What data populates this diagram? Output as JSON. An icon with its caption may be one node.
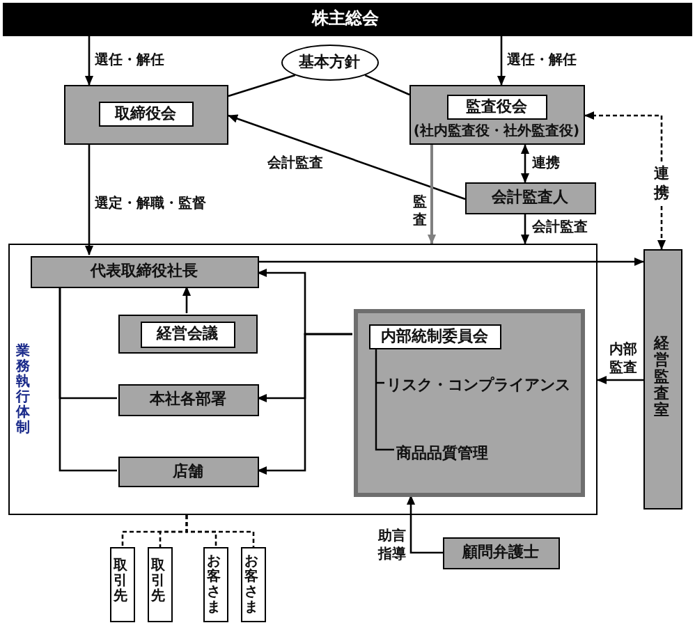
{
  "diagram": {
    "nodes": [
      {
        "text": [
          "株主総会"
        ]
      },
      {
        "text": [
          "基本方針"
        ]
      },
      {
        "text": [
          "取締役会"
        ]
      },
      {
        "text": [
          "監査役会",
          "(社内監査役・社外監査役)"
        ]
      },
      {
        "text": [
          "会計監査人"
        ]
      },
      {
        "text": [
          "業務執行体制"
        ]
      },
      {
        "text": [
          "代表取締役社長"
        ],
        "in": 5
      },
      {
        "text": [
          "経営会議"
        ],
        "in": 5
      },
      {
        "text": [
          "本社各部署"
        ],
        "in": 5
      },
      {
        "text": [
          "店舗"
        ],
        "in": 5
      },
      {
        "text": [
          "内部統制委員会",
          "リスク・コンプライアンス",
          "商品品質管理"
        ],
        "in": 5
      },
      {
        "text": [
          "経営監査室"
        ]
      },
      {
        "text": [
          "取引先"
        ]
      },
      {
        "text": [
          "取引先"
        ]
      },
      {
        "text": [
          "お客さま"
        ]
      },
      {
        "text": [
          "お客さま"
        ]
      },
      {
        "text": [
          "顧問弁護士"
        ]
      }
    ],
    "edges": [
      {
        "from": 0,
        "to": 2,
        "arrow": "to",
        "label": "選任・解任"
      },
      {
        "from": 0,
        "to": 3,
        "arrow": "to",
        "label": "選任・解任"
      },
      {
        "from": 1,
        "to": 2,
        "arrow": "none"
      },
      {
        "from": 1,
        "to": 3,
        "arrow": "none"
      },
      {
        "from": 4,
        "to": 2,
        "arrow": "to",
        "label": "会計監査"
      },
      {
        "from": 3,
        "to": 4,
        "arrow": "both",
        "label": "連携"
      },
      {
        "from": 3,
        "to": 11,
        "arrow": "both",
        "label": "連携",
        "style": "dashed"
      },
      {
        "from": 2,
        "to": 6,
        "arrow": "to",
        "label": "選定・解職・監督"
      },
      {
        "from": 3,
        "to": 5,
        "arrow": "to",
        "label": "監査",
        "color": "#808080"
      },
      {
        "from": 4,
        "to": 5,
        "arrow": "to",
        "label": "会計監査"
      },
      {
        "from": 6,
        "to": 11,
        "arrow": "to"
      },
      {
        "from": 7,
        "to": 6,
        "arrow": "to"
      },
      {
        "from": 10,
        "to": 6,
        "arrow": "to"
      },
      {
        "from": 10,
        "to": 8,
        "arrow": "to"
      },
      {
        "from": 10,
        "to": 9,
        "arrow": "to"
      },
      {
        "from": 6,
        "to": 8,
        "arrow": "none"
      },
      {
        "from": 6,
        "to": 9,
        "arrow": "none"
      },
      {
        "from": 11,
        "to": 5,
        "arrow": "to",
        "label": "内部監査"
      },
      {
        "from": 16,
        "to": 10,
        "arrow": "to",
        "label": "助言指導"
      },
      {
        "from": 5,
        "to": 12,
        "arrow": "none",
        "style": "dashed"
      },
      {
        "from": 5,
        "to": 13,
        "arrow": "none",
        "style": "dashed"
      },
      {
        "from": 5,
        "to": 14,
        "arrow": "none",
        "style": "dashed"
      },
      {
        "from": 5,
        "to": 15,
        "arrow": "none",
        "style": "dashed"
      }
    ]
  }
}
